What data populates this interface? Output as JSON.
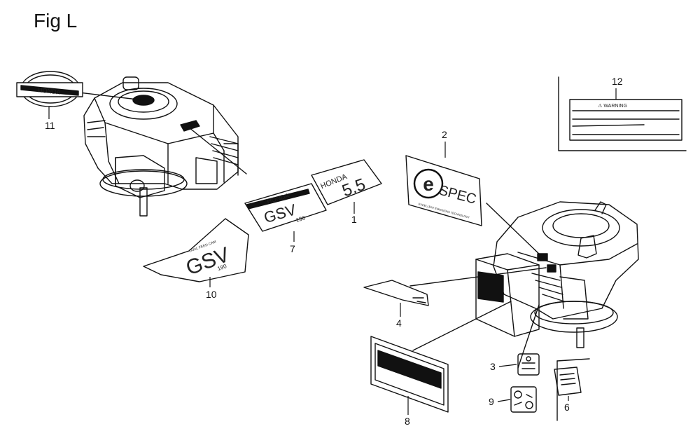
{
  "figure": {
    "title": "Fig L"
  },
  "callouts": {
    "c1": "1",
    "c2": "2",
    "c3": "3",
    "c4": "4",
    "c5": "6",
    "c7": "7",
    "c8": "8",
    "c9": "9",
    "c10": "10",
    "c11": "11",
    "c12": "12"
  },
  "decals": {
    "honda_top": "HONDA",
    "honda_vertical": "HONDA",
    "honda_oval": "HONDA",
    "gsv_top": "GSV",
    "gsv_side": "GSV",
    "gcv_num": "190",
    "gsv_num": "190",
    "espec_e": "e",
    "espec_word": "SPEC",
    "espec_note": "EXCELLENT EMISSIONS TECHNOLOGY",
    "side_small": "DUAL FEED CAM",
    "warning_word": "⚠ WARNING",
    "num_55": "5.5"
  }
}
